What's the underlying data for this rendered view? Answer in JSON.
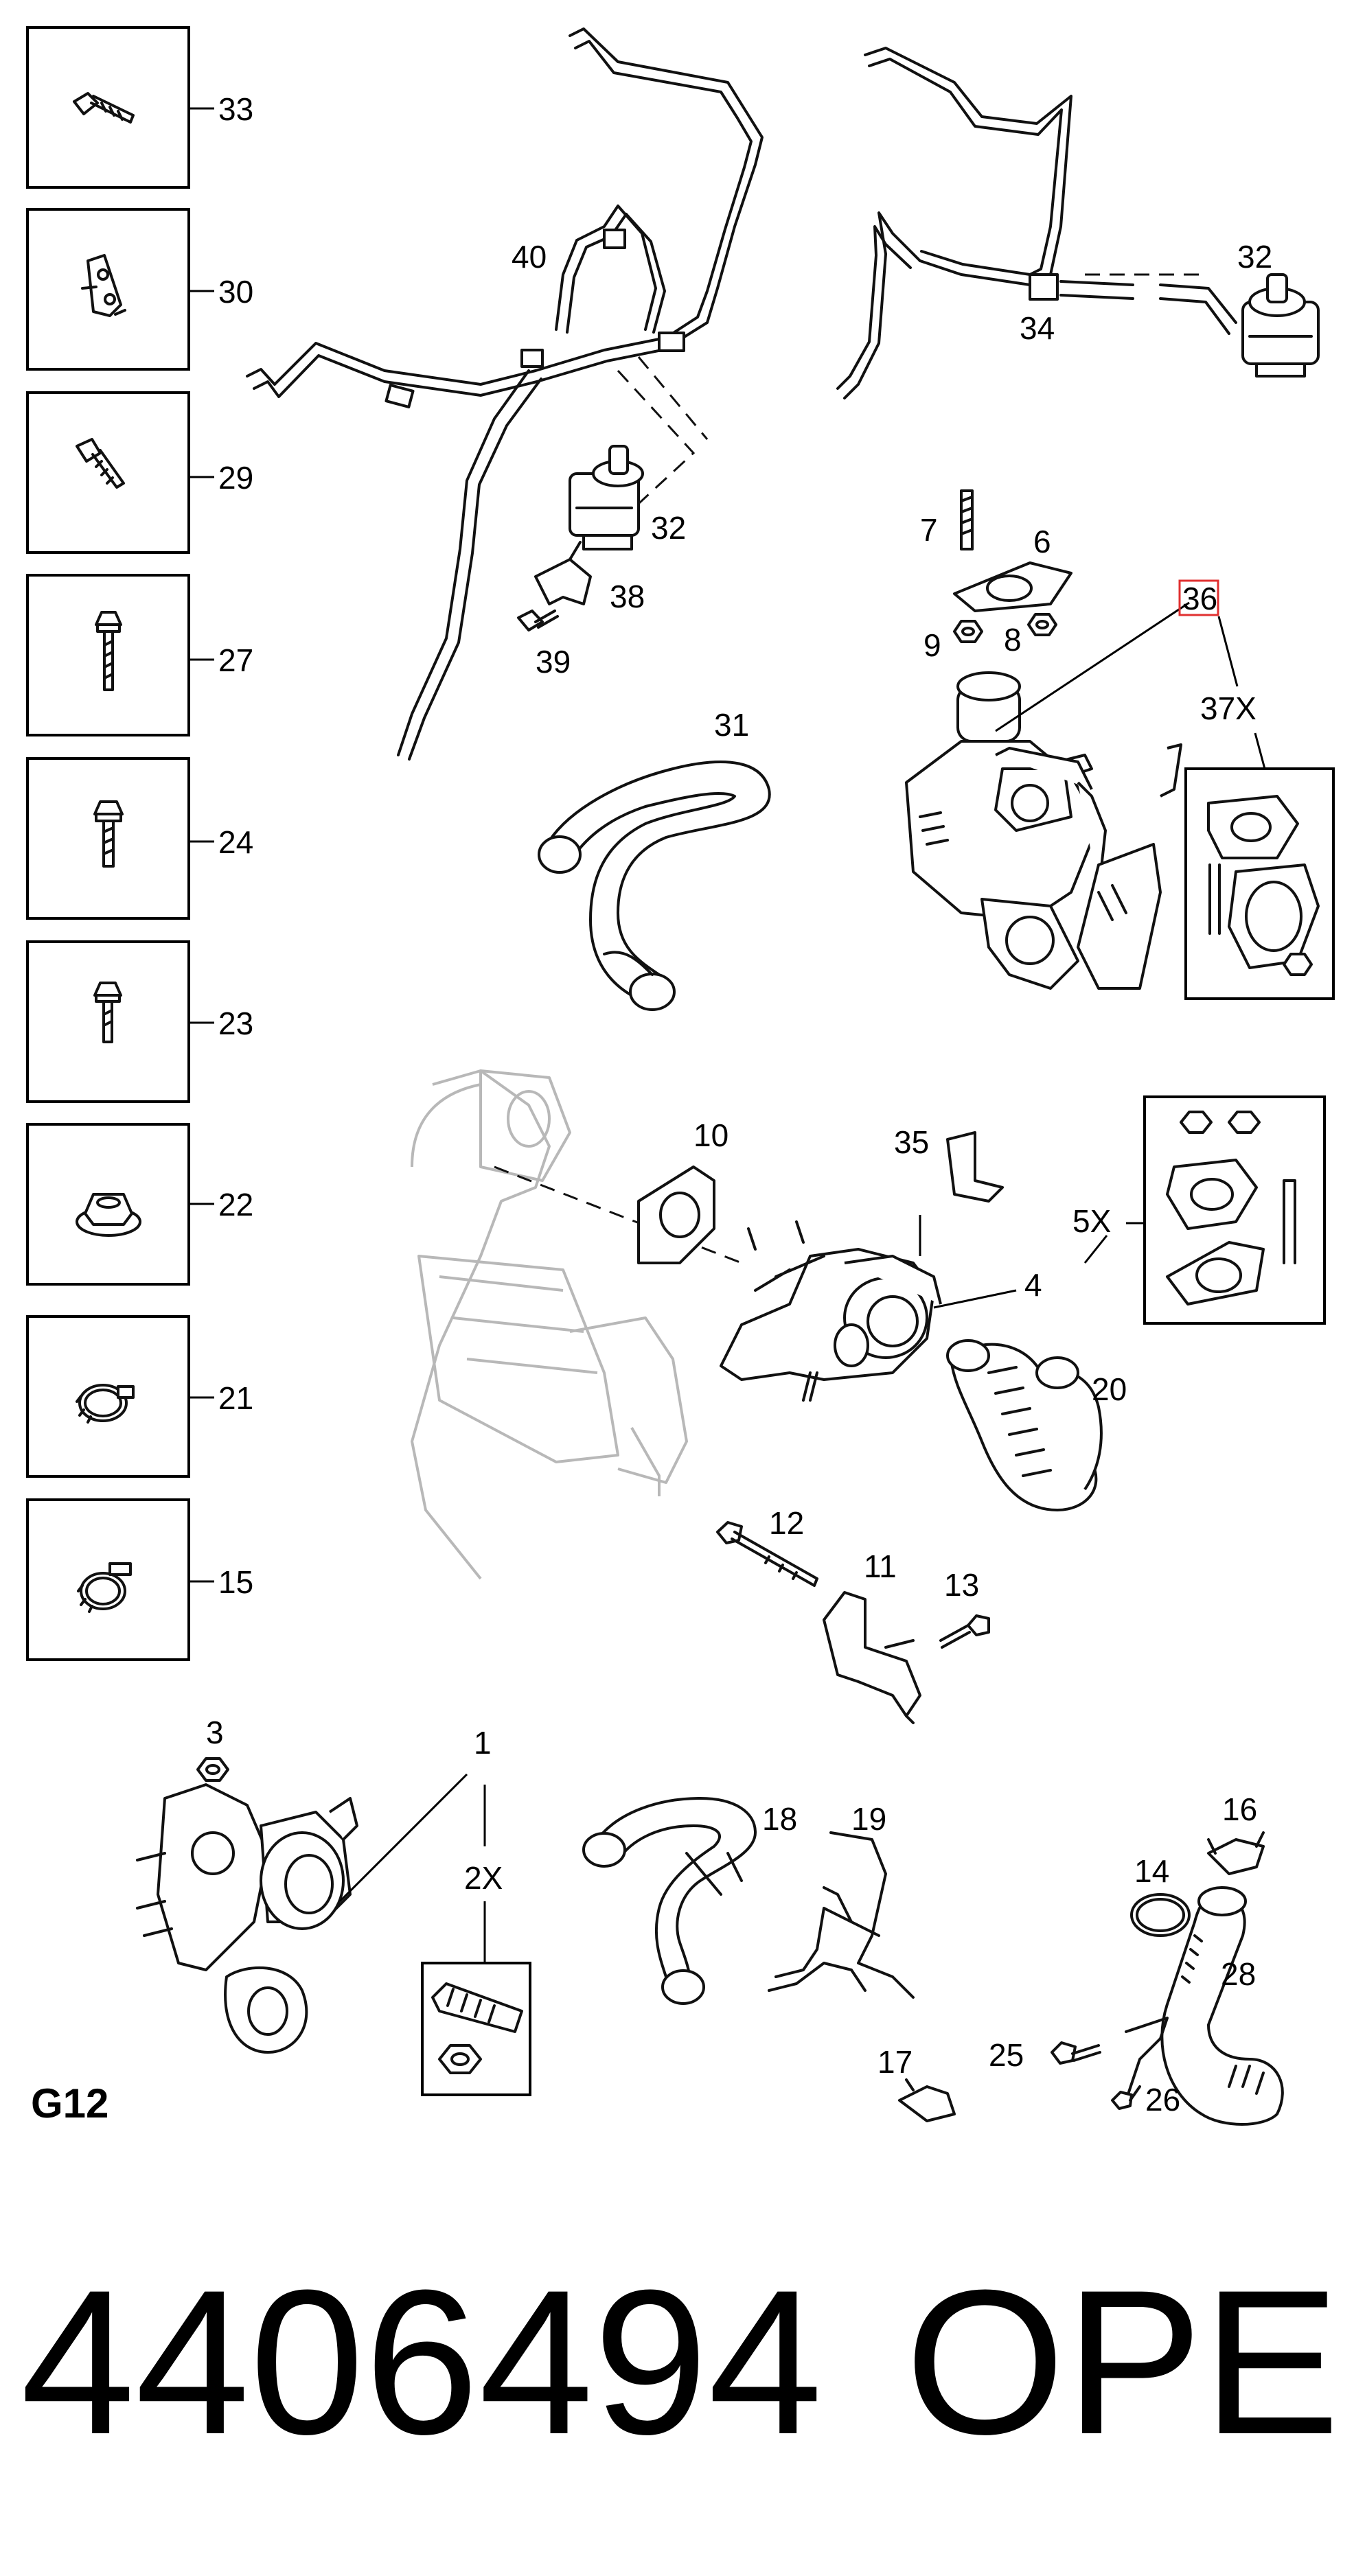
{
  "side_parts": [
    {
      "number": "33",
      "icon": "bolt-icon"
    },
    {
      "number": "30",
      "icon": "bracket-clip-icon"
    },
    {
      "number": "29",
      "icon": "screw-icon"
    },
    {
      "number": "27",
      "icon": "bolt-icon"
    },
    {
      "number": "24",
      "icon": "bolt-icon"
    },
    {
      "number": "23",
      "icon": "bolt-icon"
    },
    {
      "number": "22",
      "icon": "nut-icon"
    },
    {
      "number": "21",
      "icon": "hose-clamp-icon"
    },
    {
      "number": "15",
      "icon": "hose-clamp-icon"
    }
  ],
  "callouts": {
    "c40": "40",
    "c32a": "32",
    "c38": "38",
    "c39": "39",
    "c34": "34",
    "c32b": "32",
    "c7": "7",
    "c6": "6",
    "c9": "9",
    "c8": "8",
    "c36": "36",
    "c37x": "37X",
    "c31": "31",
    "c10": "10",
    "c35": "35",
    "c5x": "5X",
    "c4": "4",
    "c20": "20",
    "c12": "12",
    "c11": "11",
    "c13": "13",
    "c3": "3",
    "c1": "1",
    "c2x": "2X",
    "c18": "18",
    "c19": "19",
    "c16": "16",
    "c14": "14",
    "c28": "28",
    "c17": "17",
    "c25": "25",
    "c26": "26"
  },
  "group_label": "G12",
  "part_number": "4406494",
  "brand": "OPEL",
  "highlight_color": "#e03030"
}
